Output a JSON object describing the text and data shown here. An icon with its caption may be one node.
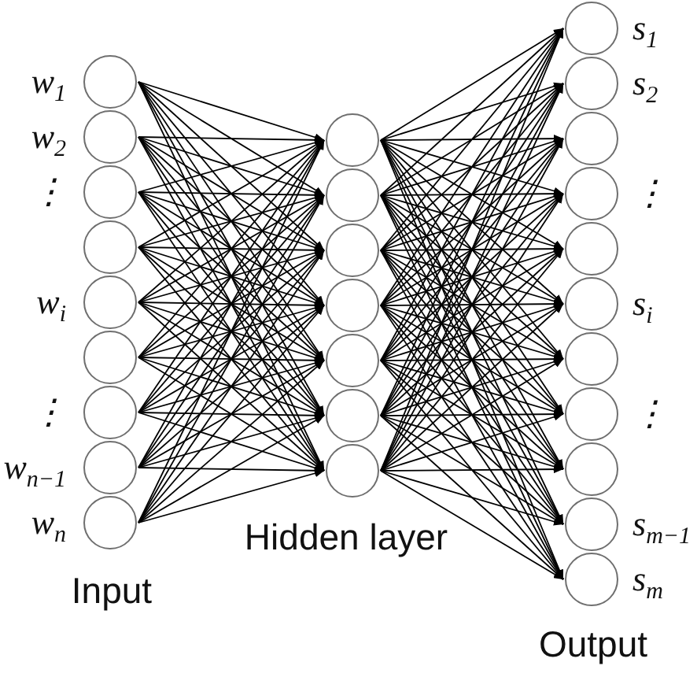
{
  "diagram": {
    "nodes": [
      {
        "text": [],
        "shape": "circle",
        "beside": [
          "w$_{1}$"
        ]
      },
      {
        "text": [],
        "shape": "circle",
        "beside": [
          "w$_{2}$"
        ]
      },
      {
        "text": [],
        "shape": "circle",
        "beside": [
          "⋮"
        ]
      },
      {
        "text": [],
        "shape": "circle"
      },
      {
        "text": [],
        "shape": "circle",
        "beside": [
          "w$_{i}$"
        ]
      },
      {
        "text": [],
        "shape": "circle"
      },
      {
        "text": [],
        "shape": "circle",
        "beside": [
          "⋮"
        ]
      },
      {
        "text": [],
        "shape": "circle",
        "beside": [
          "w$_{n−1}$"
        ]
      },
      {
        "text": [],
        "shape": "circle",
        "beside": [
          "w$_{n}$"
        ]
      },
      {
        "text": [],
        "shape": "circle"
      },
      {
        "text": [],
        "shape": "circle"
      },
      {
        "text": [],
        "shape": "circle"
      },
      {
        "text": [],
        "shape": "circle"
      },
      {
        "text": [],
        "shape": "circle"
      },
      {
        "text": [],
        "shape": "circle"
      },
      {
        "text": [],
        "shape": "circle"
      },
      {
        "text": [],
        "shape": "circle",
        "beside": [
          "s$_{1}$"
        ]
      },
      {
        "text": [],
        "shape": "circle",
        "beside": [
          "s$_{2}$"
        ]
      },
      {
        "text": [],
        "shape": "circle"
      },
      {
        "text": [],
        "shape": "circle",
        "beside": [
          "⋮"
        ]
      },
      {
        "text": [],
        "shape": "circle"
      },
      {
        "text": [],
        "shape": "circle",
        "beside": [
          "s$_{i}$"
        ]
      },
      {
        "text": [],
        "shape": "circle"
      },
      {
        "text": [],
        "shape": "circle",
        "beside": [
          "⋮"
        ]
      },
      {
        "text": [],
        "shape": "circle"
      },
      {
        "text": [],
        "shape": "circle",
        "beside": [
          "s$_{m−1}$"
        ]
      },
      {
        "text": [],
        "shape": "circle",
        "beside": [
          "s$_{m}$"
        ]
      }
    ],
    "edges": [
      {
        "from": 0,
        "to": 9,
        "arrow": "to"
      },
      {
        "from": 0,
        "to": 10,
        "arrow": "to"
      },
      {
        "from": 0,
        "to": 11,
        "arrow": "to"
      },
      {
        "from": 0,
        "to": 12,
        "arrow": "to"
      },
      {
        "from": 0,
        "to": 13,
        "arrow": "to"
      },
      {
        "from": 0,
        "to": 14,
        "arrow": "to"
      },
      {
        "from": 0,
        "to": 15,
        "arrow": "to"
      },
      {
        "from": 1,
        "to": 9,
        "arrow": "to"
      },
      {
        "from": 1,
        "to": 10,
        "arrow": "to"
      },
      {
        "from": 1,
        "to": 11,
        "arrow": "to"
      },
      {
        "from": 1,
        "to": 12,
        "arrow": "to"
      },
      {
        "from": 1,
        "to": 13,
        "arrow": "to"
      },
      {
        "from": 1,
        "to": 14,
        "arrow": "to"
      },
      {
        "from": 1,
        "to": 15,
        "arrow": "to"
      },
      {
        "from": 2,
        "to": 9,
        "arrow": "to"
      },
      {
        "from": 2,
        "to": 10,
        "arrow": "to"
      },
      {
        "from": 2,
        "to": 11,
        "arrow": "to"
      },
      {
        "from": 2,
        "to": 12,
        "arrow": "to"
      },
      {
        "from": 2,
        "to": 13,
        "arrow": "to"
      },
      {
        "from": 2,
        "to": 14,
        "arrow": "to"
      },
      {
        "from": 2,
        "to": 15,
        "arrow": "to"
      },
      {
        "from": 3,
        "to": 9,
        "arrow": "to"
      },
      {
        "from": 3,
        "to": 10,
        "arrow": "to"
      },
      {
        "from": 3,
        "to": 11,
        "arrow": "to"
      },
      {
        "from": 3,
        "to": 12,
        "arrow": "to"
      },
      {
        "from": 3,
        "to": 13,
        "arrow": "to"
      },
      {
        "from": 3,
        "to": 14,
        "arrow": "to"
      },
      {
        "from": 3,
        "to": 15,
        "arrow": "to"
      },
      {
        "from": 4,
        "to": 9,
        "arrow": "to"
      },
      {
        "from": 4,
        "to": 10,
        "arrow": "to"
      },
      {
        "from": 4,
        "to": 11,
        "arrow": "to"
      },
      {
        "from": 4,
        "to": 12,
        "arrow": "to"
      },
      {
        "from": 4,
        "to": 13,
        "arrow": "to"
      },
      {
        "from": 4,
        "to": 14,
        "arrow": "to"
      },
      {
        "from": 4,
        "to": 15,
        "arrow": "to"
      },
      {
        "from": 5,
        "to": 9,
        "arrow": "to"
      },
      {
        "from": 5,
        "to": 10,
        "arrow": "to"
      },
      {
        "from": 5,
        "to": 11,
        "arrow": "to"
      },
      {
        "from": 5,
        "to": 12,
        "arrow": "to"
      },
      {
        "from": 5,
        "to": 13,
        "arrow": "to"
      },
      {
        "from": 5,
        "to": 14,
        "arrow": "to"
      },
      {
        "from": 5,
        "to": 15,
        "arrow": "to"
      },
      {
        "from": 6,
        "to": 9,
        "arrow": "to"
      },
      {
        "from": 6,
        "to": 10,
        "arrow": "to"
      },
      {
        "from": 6,
        "to": 11,
        "arrow": "to"
      },
      {
        "from": 6,
        "to": 12,
        "arrow": "to"
      },
      {
        "from": 6,
        "to": 13,
        "arrow": "to"
      },
      {
        "from": 6,
        "to": 14,
        "arrow": "to"
      },
      {
        "from": 6,
        "to": 15,
        "arrow": "to"
      },
      {
        "from": 7,
        "to": 9,
        "arrow": "to"
      },
      {
        "from": 7,
        "to": 10,
        "arrow": "to"
      },
      {
        "from": 7,
        "to": 11,
        "arrow": "to"
      },
      {
        "from": 7,
        "to": 12,
        "arrow": "to"
      },
      {
        "from": 7,
        "to": 13,
        "arrow": "to"
      },
      {
        "from": 7,
        "to": 14,
        "arrow": "to"
      },
      {
        "from": 7,
        "to": 15,
        "arrow": "to"
      },
      {
        "from": 8,
        "to": 9,
        "arrow": "to"
      },
      {
        "from": 8,
        "to": 10,
        "arrow": "to"
      },
      {
        "from": 8,
        "to": 11,
        "arrow": "to"
      },
      {
        "from": 8,
        "to": 12,
        "arrow": "to"
      },
      {
        "from": 8,
        "to": 13,
        "arrow": "to"
      },
      {
        "from": 8,
        "to": 14,
        "arrow": "to"
      },
      {
        "from": 8,
        "to": 15,
        "arrow": "to"
      },
      {
        "from": 9,
        "to": 16,
        "arrow": "to"
      },
      {
        "from": 9,
        "to": 17,
        "arrow": "to"
      },
      {
        "from": 9,
        "to": 18,
        "arrow": "to"
      },
      {
        "from": 9,
        "to": 19,
        "arrow": "to"
      },
      {
        "from": 9,
        "to": 20,
        "arrow": "to"
      },
      {
        "from": 9,
        "to": 21,
        "arrow": "to"
      },
      {
        "from": 9,
        "to": 22,
        "arrow": "to"
      },
      {
        "from": 9,
        "to": 23,
        "arrow": "to"
      },
      {
        "from": 9,
        "to": 24,
        "arrow": "to"
      },
      {
        "from": 9,
        "to": 25,
        "arrow": "to"
      },
      {
        "from": 9,
        "to": 26,
        "arrow": "to"
      },
      {
        "from": 10,
        "to": 16,
        "arrow": "to"
      },
      {
        "from": 10,
        "to": 17,
        "arrow": "to"
      },
      {
        "from": 10,
        "to": 18,
        "arrow": "to"
      },
      {
        "from": 10,
        "to": 19,
        "arrow": "to"
      },
      {
        "from": 10,
        "to": 20,
        "arrow": "to"
      },
      {
        "from": 10,
        "to": 21,
        "arrow": "to"
      },
      {
        "from": 10,
        "to": 22,
        "arrow": "to"
      },
      {
        "from": 10,
        "to": 23,
        "arrow": "to"
      },
      {
        "from": 10,
        "to": 24,
        "arrow": "to"
      },
      {
        "from": 10,
        "to": 25,
        "arrow": "to"
      },
      {
        "from": 10,
        "to": 26,
        "arrow": "to"
      },
      {
        "from": 11,
        "to": 16,
        "arrow": "to"
      },
      {
        "from": 11,
        "to": 17,
        "arrow": "to"
      },
      {
        "from": 11,
        "to": 18,
        "arrow": "to"
      },
      {
        "from": 11,
        "to": 19,
        "arrow": "to"
      },
      {
        "from": 11,
        "to": 20,
        "arrow": "to"
      },
      {
        "from": 11,
        "to": 21,
        "arrow": "to"
      },
      {
        "from": 11,
        "to": 22,
        "arrow": "to"
      },
      {
        "from": 11,
        "to": 23,
        "arrow": "to"
      },
      {
        "from": 11,
        "to": 24,
        "arrow": "to"
      },
      {
        "from": 11,
        "to": 25,
        "arrow": "to"
      },
      {
        "from": 11,
        "to": 26,
        "arrow": "to"
      },
      {
        "from": 12,
        "to": 16,
        "arrow": "to"
      },
      {
        "from": 12,
        "to": 17,
        "arrow": "to"
      },
      {
        "from": 12,
        "to": 18,
        "arrow": "to"
      },
      {
        "from": 12,
        "to": 19,
        "arrow": "to"
      },
      {
        "from": 12,
        "to": 20,
        "arrow": "to"
      },
      {
        "from": 12,
        "to": 21,
        "arrow": "to"
      },
      {
        "from": 12,
        "to": 22,
        "arrow": "to"
      },
      {
        "from": 12,
        "to": 23,
        "arrow": "to"
      },
      {
        "from": 12,
        "to": 24,
        "arrow": "to"
      },
      {
        "from": 12,
        "to": 25,
        "arrow": "to"
      },
      {
        "from": 12,
        "to": 26,
        "arrow": "to"
      },
      {
        "from": 13,
        "to": 16,
        "arrow": "to"
      },
      {
        "from": 13,
        "to": 17,
        "arrow": "to"
      },
      {
        "from": 13,
        "to": 18,
        "arrow": "to"
      },
      {
        "from": 13,
        "to": 19,
        "arrow": "to"
      },
      {
        "from": 13,
        "to": 20,
        "arrow": "to"
      },
      {
        "from": 13,
        "to": 21,
        "arrow": "to"
      },
      {
        "from": 13,
        "to": 22,
        "arrow": "to"
      },
      {
        "from": 13,
        "to": 23,
        "arrow": "to"
      },
      {
        "from": 13,
        "to": 24,
        "arrow": "to"
      },
      {
        "from": 13,
        "to": 25,
        "arrow": "to"
      },
      {
        "from": 13,
        "to": 26,
        "arrow": "to"
      },
      {
        "from": 14,
        "to": 16,
        "arrow": "to"
      },
      {
        "from": 14,
        "to": 17,
        "arrow": "to"
      },
      {
        "from": 14,
        "to": 18,
        "arrow": "to"
      },
      {
        "from": 14,
        "to": 19,
        "arrow": "to"
      },
      {
        "from": 14,
        "to": 20,
        "arrow": "to"
      },
      {
        "from": 14,
        "to": 21,
        "arrow": "to"
      },
      {
        "from": 14,
        "to": 22,
        "arrow": "to"
      },
      {
        "from": 14,
        "to": 23,
        "arrow": "to"
      },
      {
        "from": 14,
        "to": 24,
        "arrow": "to"
      },
      {
        "from": 14,
        "to": 25,
        "arrow": "to"
      },
      {
        "from": 14,
        "to": 26,
        "arrow": "to"
      },
      {
        "from": 15,
        "to": 16,
        "arrow": "to"
      },
      {
        "from": 15,
        "to": 17,
        "arrow": "to"
      },
      {
        "from": 15,
        "to": 18,
        "arrow": "to"
      },
      {
        "from": 15,
        "to": 19,
        "arrow": "to"
      },
      {
        "from": 15,
        "to": 20,
        "arrow": "to"
      },
      {
        "from": 15,
        "to": 21,
        "arrow": "to"
      },
      {
        "from": 15,
        "to": 22,
        "arrow": "to"
      },
      {
        "from": 15,
        "to": 23,
        "arrow": "to"
      },
      {
        "from": 15,
        "to": 24,
        "arrow": "to"
      },
      {
        "from": 15,
        "to": 25,
        "arrow": "to"
      },
      {
        "from": 15,
        "to": 26,
        "arrow": "to"
      }
    ],
    "labels": [
      "Hidden layer",
      "Input",
      "Output"
    ]
  }
}
